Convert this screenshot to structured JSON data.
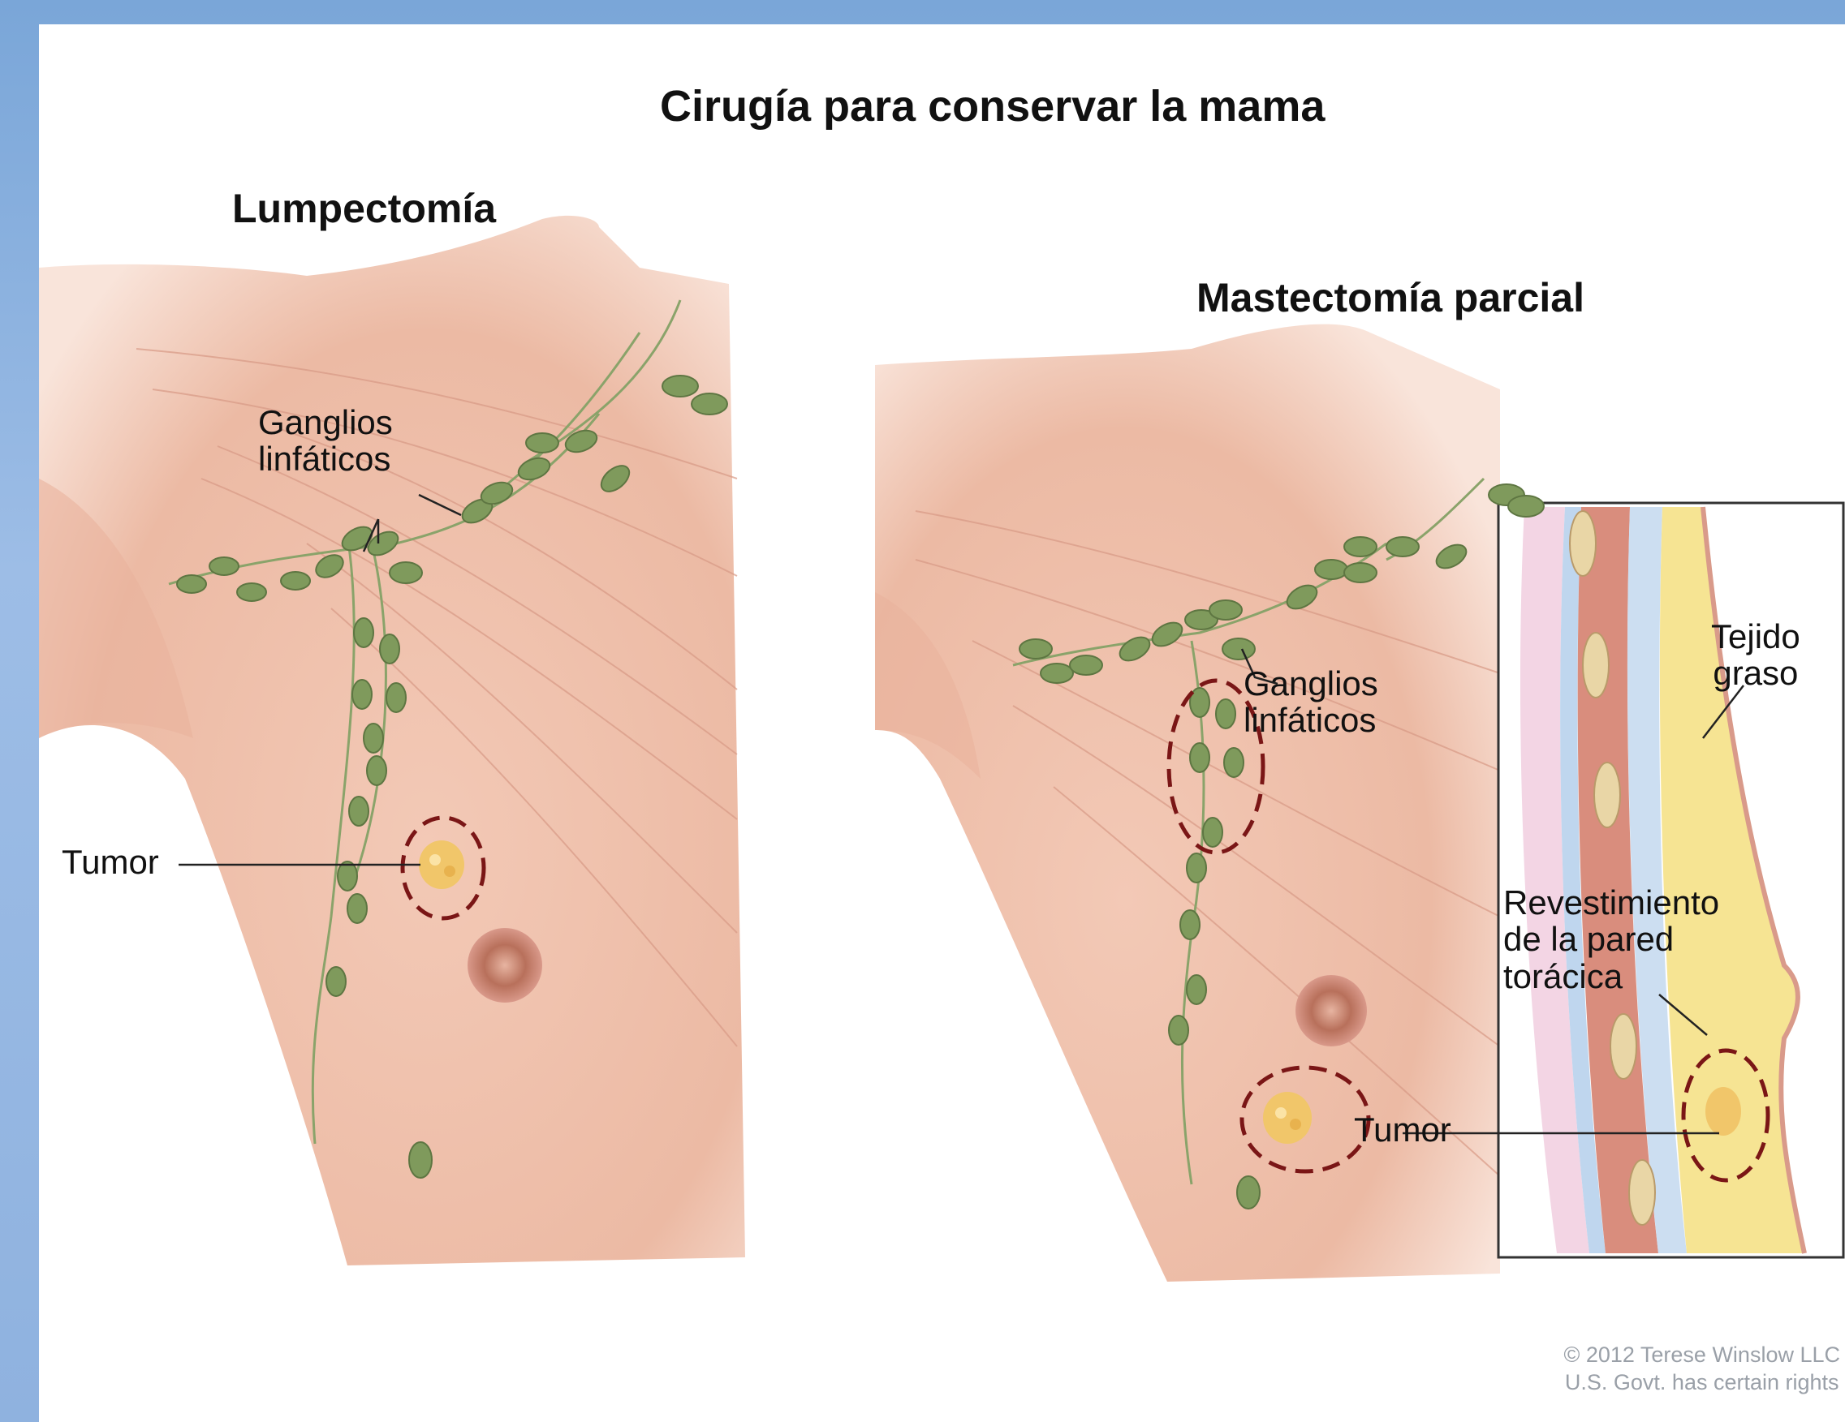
{
  "diagram": {
    "title": "Cirugía para conservar la mama",
    "left_panel": {
      "title": "Lumpectomía",
      "labels": {
        "nodes": [
          "Ganglios",
          "linfáticos"
        ],
        "tumor": "Tumor"
      }
    },
    "right_panel": {
      "title": "Mastectomía parcial",
      "labels": {
        "nodes": [
          "Ganglios",
          "linfáticos"
        ],
        "tumor": "Tumor",
        "fat": [
          "Tejido",
          "graso"
        ],
        "lining": [
          "Revestimiento",
          "de la pared",
          "torácica"
        ]
      }
    },
    "copyright": [
      "© 2012 Terese Winslow LLC",
      "U.S. Govt. has certain rights"
    ]
  },
  "colors": {
    "skin": "#efc1ad",
    "skin_light": "#f8ddd0",
    "lymph_node": "#7f9a5c",
    "dashed_outline": "#7a1616",
    "tumor": "#f1c66a",
    "nipple": "#b76a55",
    "fat": "#f5e58e",
    "muscle": "#c9725f"
  }
}
